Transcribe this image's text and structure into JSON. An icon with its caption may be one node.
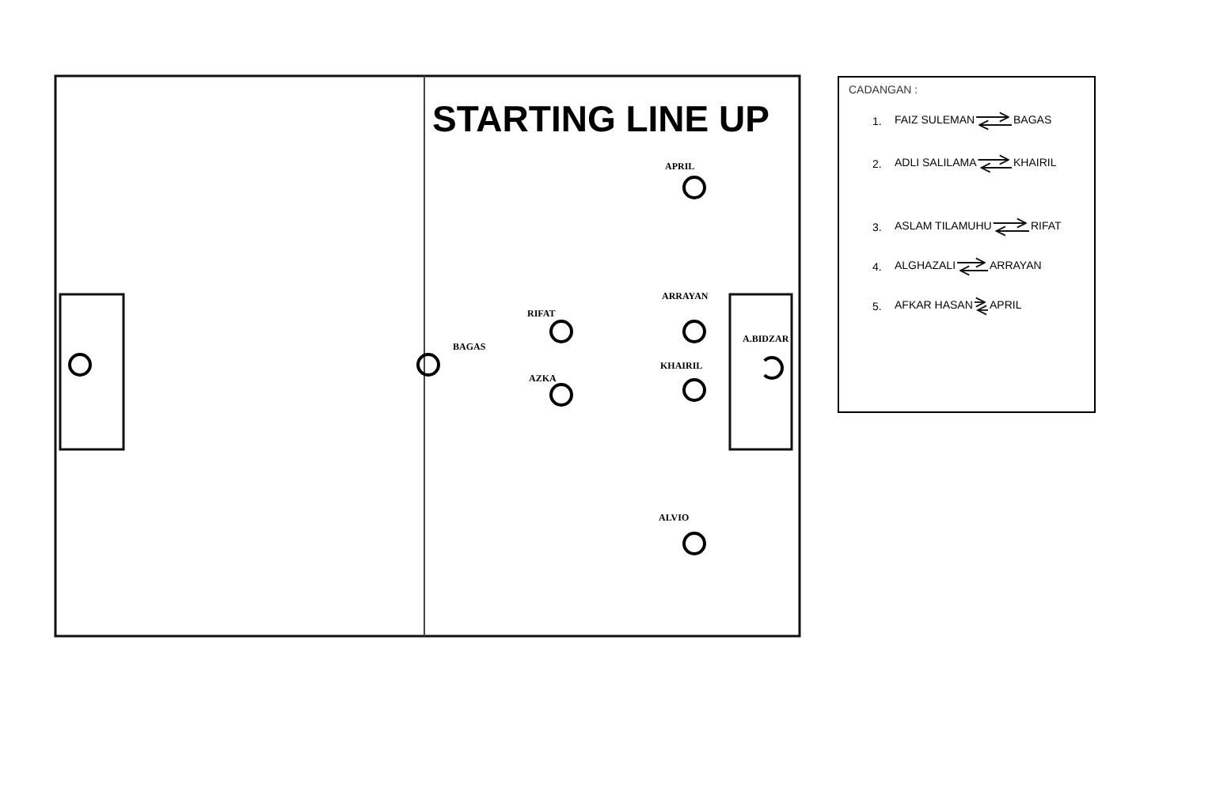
{
  "diagram": {
    "title": "STARTING LINE UP",
    "nodes": [
      {
        "text": [],
        "shape": "circle",
        "beside": [
          "APRIL"
        ]
      },
      {
        "text": [],
        "shape": "circle",
        "beside": [
          "ARRAYAN"
        ]
      },
      {
        "text": [],
        "shape": "circle",
        "beside": [
          "RIFAT"
        ]
      },
      {
        "text": [],
        "shape": "circle",
        "beside": [
          "A.BIDZAR"
        ]
      },
      {
        "text": [],
        "shape": "circle",
        "beside": [
          "BAGAS"
        ]
      },
      {
        "text": [],
        "shape": "circle"
      },
      {
        "text": [],
        "shape": "circle",
        "beside": [
          "KHAIRIL"
        ]
      },
      {
        "text": [],
        "shape": "circle",
        "beside": [
          "AZKA"
        ]
      },
      {
        "text": [],
        "shape": "circle",
        "beside": [
          "ALVIO"
        ]
      },
      {
        "text": [
          "CADANGAN :"
        ]
      },
      {
        "text": [
          "FAIZ SULEMAN"
        ],
        "in": 9
      },
      {
        "text": [
          "BAGAS"
        ],
        "in": 9
      },
      {
        "text": [
          "ADLI SALILAMA"
        ],
        "in": 9
      },
      {
        "text": [
          "KHAIRIL"
        ],
        "in": 9
      },
      {
        "text": [
          "ASLAM TILAMUHU"
        ],
        "in": 9
      },
      {
        "text": [
          "RIFAT"
        ],
        "in": 9
      },
      {
        "text": [
          "ALGHAZALI"
        ],
        "in": 9
      },
      {
        "text": [
          "ARRAYAN"
        ],
        "in": 9
      },
      {
        "text": [
          "AFKAR HASAN"
        ],
        "in": 9
      },
      {
        "text": [
          "APRIL"
        ],
        "in": 9
      }
    ],
    "edges": [
      {
        "from": 10,
        "to": 11,
        "arrow": "to"
      },
      {
        "from": 11,
        "to": 10,
        "arrow": "to"
      },
      {
        "from": 12,
        "to": 13,
        "arrow": "to"
      },
      {
        "from": 13,
        "to": 12,
        "arrow": "to"
      },
      {
        "from": 14,
        "to": 15,
        "arrow": "to"
      },
      {
        "from": 15,
        "to": 14,
        "arrow": "to"
      },
      {
        "from": 16,
        "to": 17,
        "arrow": "to"
      },
      {
        "from": 17,
        "to": 16,
        "arrow": "to"
      },
      {
        "from": 18,
        "to": 19,
        "arrow": "to"
      },
      {
        "from": 19,
        "to": 18,
        "arrow": "to"
      }
    ],
    "labels": [
      "1.",
      "2.",
      "3.",
      "4.",
      "5."
    ]
  }
}
